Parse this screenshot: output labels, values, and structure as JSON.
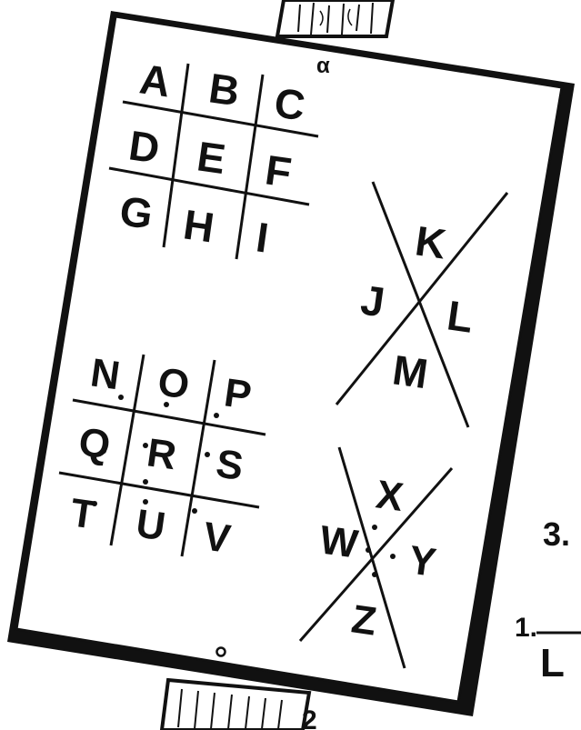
{
  "illustration": {
    "grid_one": [
      "A",
      "B",
      "C",
      "D",
      "E",
      "F",
      "G",
      "H",
      "I"
    ],
    "x_one": {
      "top": "K",
      "left": "J",
      "right": "L",
      "bottom": "M"
    },
    "grid_two": [
      "N",
      "O",
      "P",
      "Q",
      "R",
      "S",
      "T",
      "U",
      "V"
    ],
    "x_two": {
      "top": "X",
      "left": "W",
      "right": "Y",
      "bottom": "Z"
    },
    "corner_mark": "α",
    "margin_marks": {
      "three": "3.",
      "one": "1.",
      "two": "2",
      "letter_l": "L"
    }
  },
  "colors": {
    "ink": "#111111",
    "board": "#ffffff",
    "post": "#ffffff"
  }
}
